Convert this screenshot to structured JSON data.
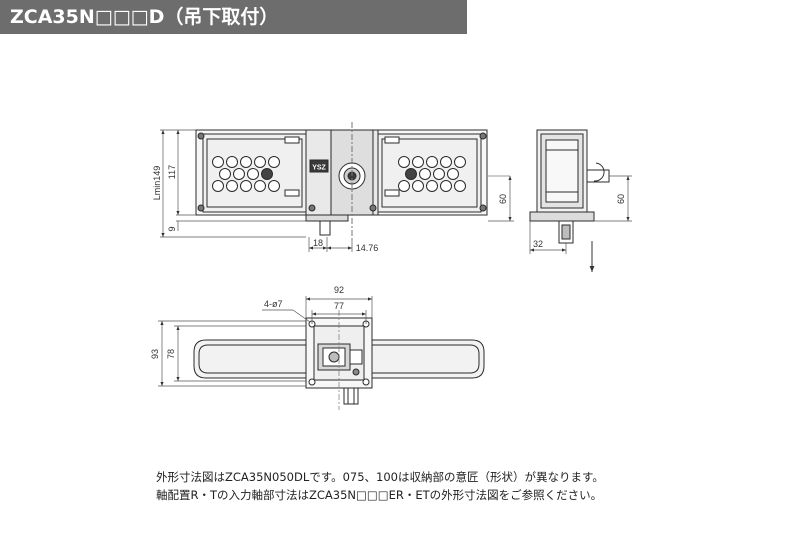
{
  "title": "ZCA35N□□□D（吊下取付）",
  "notes": [
    "外形寸法図はZCA35N050DLです。075、100は収納部の意匠（形状）が異なります。",
    "軸配置R・Tの入力軸部寸法はZCA35N□□□ER・ETの外形寸法図をご参照ください。"
  ],
  "front_view": {
    "dims": {
      "lmin": "Lmin149",
      "h117": "117",
      "h9": "9",
      "w18": "18",
      "w1476": "14.76",
      "h60": "60"
    },
    "logo": "YSZ"
  },
  "side_view": {
    "dims": {
      "h60": "60",
      "w32": "32"
    }
  },
  "bottom_view": {
    "dims": {
      "holes": "4-ø7",
      "w92": "92",
      "w77": "77",
      "h93": "93",
      "h78": "78"
    }
  },
  "colors": {
    "title_bg": "#6d6d6d",
    "line": "#2b2b2b",
    "dim": "#555555",
    "fill_light": "#f2f2f2",
    "fill_mid": "#d9d9d9",
    "fill_dark": "#3a3a3a"
  }
}
